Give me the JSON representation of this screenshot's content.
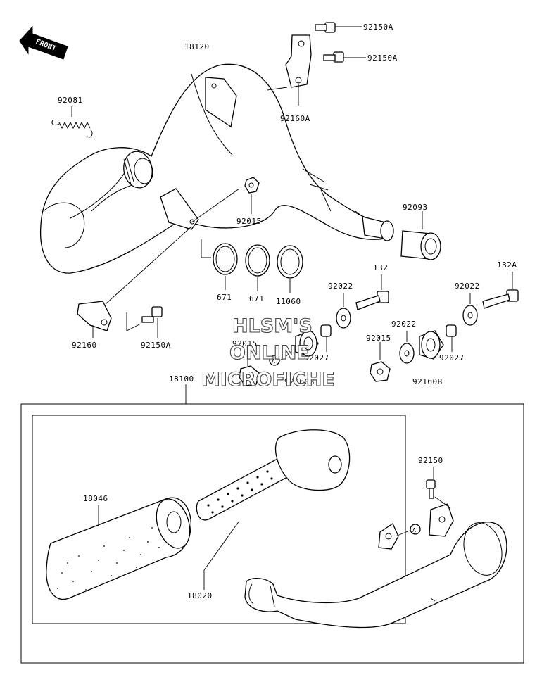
{
  "front_label": "FRONT",
  "watermark": [
    "HLSM'S",
    "ONLINE",
    "MICROFICHE"
  ],
  "callout_a": "A",
  "parts": {
    "p18120": "18120",
    "p92150A_1": "92150A",
    "p92150A_2": "92150A",
    "p92160A": "92160A",
    "p92081": "92081",
    "p92015_1": "92015",
    "p92093": "92093",
    "p671_1": "671",
    "p671_2": "671",
    "p11060": "11060",
    "p92022_1": "92022",
    "p132": "132",
    "p92022_2": "92022",
    "p132A": "132A",
    "p92022_3": "92022",
    "p92160": "92160",
    "p92150A_3": "92150A",
    "p92015_2": "92015",
    "p92027_1": "92027",
    "p92160B_1": "92160B",
    "p92015_3": "92015",
    "p92027_2": "92027",
    "p92160B_2": "92160B",
    "p18100": "18100",
    "p92150": "92150",
    "p18046": "18046",
    "p18020": "18020"
  }
}
